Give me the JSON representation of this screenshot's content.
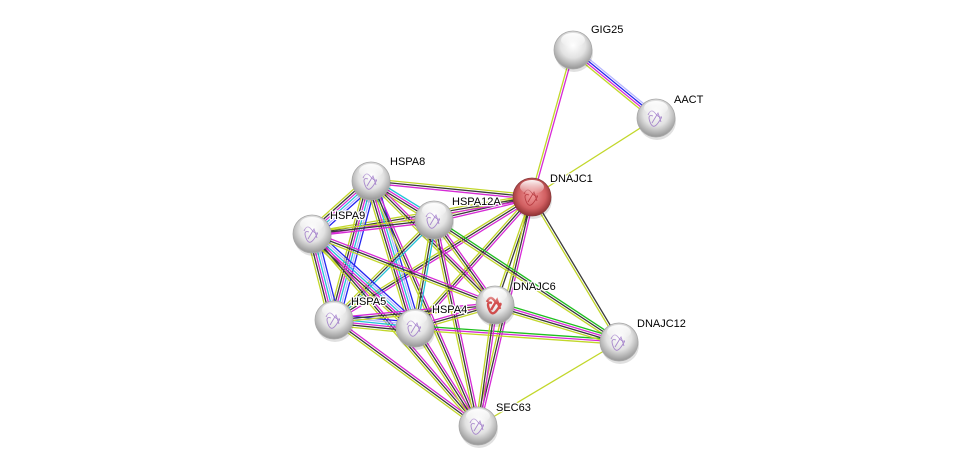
{
  "diagram": {
    "type": "protein-interaction-network",
    "evidence_colors": {
      "experiments": "#d62ad6",
      "databases": "#22c3d8",
      "textmining": "#c2d72a",
      "coexpression": "#3a3a3a",
      "neighborhood": "#1fbf1f",
      "homology": "#a5a5ff",
      "cooccurrence": "#2424f0"
    },
    "nodes": [
      {
        "id": "GIG25",
        "label": "GIG25",
        "color": "#d8d8d8",
        "structure": false,
        "query": false
      },
      {
        "id": "AACT",
        "label": "AACT",
        "color": "#dcdcdc",
        "structure": true,
        "query": false
      },
      {
        "id": "DNAJC1",
        "label": "DNAJC1",
        "color": "#d9696b",
        "structure": true,
        "query": true
      },
      {
        "id": "HSPA8",
        "label": "HSPA8",
        "color": "#dcdcdc",
        "structure": true,
        "query": false
      },
      {
        "id": "HSPA12A",
        "label": "HSPA12A",
        "color": "#dcdcdc",
        "structure": true,
        "query": false
      },
      {
        "id": "HSPA9",
        "label": "HSPA9",
        "color": "#dcdcdc",
        "structure": true,
        "query": false
      },
      {
        "id": "DNAJC6",
        "label": "DNAJC6",
        "color": "#dcdcdc",
        "structure": true,
        "query": false
      },
      {
        "id": "HSPA5",
        "label": "HSPA5",
        "color": "#dcdcdc",
        "structure": true,
        "query": false
      },
      {
        "id": "HSPA4",
        "label": "HSPA4",
        "color": "#dcdcdc",
        "structure": true,
        "query": false
      },
      {
        "id": "DNAJC12",
        "label": "DNAJC12",
        "color": "#dcdcdc",
        "structure": true,
        "query": false
      },
      {
        "id": "SEC63",
        "label": "SEC63",
        "color": "#dcdcdc",
        "structure": true,
        "query": false
      }
    ],
    "edges": [
      {
        "a": "GIG25",
        "b": "AACT",
        "evidence": [
          "homology",
          "cooccurrence",
          "experiments",
          "textmining"
        ]
      },
      {
        "a": "GIG25",
        "b": "DNAJC1",
        "evidence": [
          "experiments",
          "textmining"
        ]
      },
      {
        "a": "AACT",
        "b": "DNAJC1",
        "evidence": [
          "textmining"
        ]
      },
      {
        "a": "DNAJC1",
        "b": "HSPA8",
        "evidence": [
          "experiments",
          "coexpression",
          "textmining"
        ]
      },
      {
        "a": "DNAJC1",
        "b": "HSPA12A",
        "evidence": [
          "experiments",
          "coexpression",
          "textmining"
        ]
      },
      {
        "a": "DNAJC1",
        "b": "HSPA9",
        "evidence": [
          "experiments",
          "coexpression",
          "textmining"
        ]
      },
      {
        "a": "DNAJC1",
        "b": "HSPA5",
        "evidence": [
          "experiments",
          "coexpression",
          "textmining"
        ]
      },
      {
        "a": "DNAJC1",
        "b": "HSPA4",
        "evidence": [
          "experiments",
          "coexpression",
          "textmining"
        ]
      },
      {
        "a": "DNAJC1",
        "b": "DNAJC6",
        "evidence": [
          "coexpression",
          "textmining"
        ]
      },
      {
        "a": "DNAJC1",
        "b": "DNAJC12",
        "evidence": [
          "coexpression",
          "textmining"
        ]
      },
      {
        "a": "DNAJC1",
        "b": "SEC63",
        "evidence": [
          "experiments",
          "coexpression",
          "textmining"
        ]
      },
      {
        "a": "HSPA8",
        "b": "HSPA12A",
        "evidence": [
          "databases",
          "experiments",
          "coexpression",
          "textmining"
        ]
      },
      {
        "a": "HSPA8",
        "b": "HSPA9",
        "evidence": [
          "cooccurrence",
          "homology",
          "databases",
          "experiments",
          "coexpression",
          "textmining"
        ]
      },
      {
        "a": "HSPA8",
        "b": "HSPA5",
        "evidence": [
          "cooccurrence",
          "homology",
          "databases",
          "experiments",
          "coexpression",
          "textmining"
        ]
      },
      {
        "a": "HSPA8",
        "b": "HSPA4",
        "evidence": [
          "cooccurrence",
          "homology",
          "databases",
          "experiments",
          "coexpression",
          "textmining"
        ]
      },
      {
        "a": "HSPA8",
        "b": "DNAJC6",
        "evidence": [
          "experiments",
          "coexpression",
          "textmining"
        ]
      },
      {
        "a": "HSPA8",
        "b": "SEC63",
        "evidence": [
          "experiments",
          "coexpression",
          "textmining"
        ]
      },
      {
        "a": "HSPA12A",
        "b": "HSPA9",
        "evidence": [
          "experiments",
          "coexpression",
          "textmining"
        ]
      },
      {
        "a": "HSPA12A",
        "b": "HSPA5",
        "evidence": [
          "databases",
          "coexpression",
          "textmining"
        ]
      },
      {
        "a": "HSPA12A",
        "b": "HSPA4",
        "evidence": [
          "databases",
          "coexpression",
          "textmining"
        ]
      },
      {
        "a": "HSPA12A",
        "b": "DNAJC6",
        "evidence": [
          "experiments",
          "coexpression",
          "textmining"
        ]
      },
      {
        "a": "HSPA12A",
        "b": "DNAJC12",
        "evidence": [
          "neighborhood",
          "coexpression",
          "textmining"
        ]
      },
      {
        "a": "HSPA12A",
        "b": "SEC63",
        "evidence": [
          "experiments",
          "coexpression",
          "textmining"
        ]
      },
      {
        "a": "HSPA9",
        "b": "HSPA5",
        "evidence": [
          "cooccurrence",
          "homology",
          "databases",
          "experiments",
          "coexpression",
          "textmining"
        ]
      },
      {
        "a": "HSPA9",
        "b": "HSPA4",
        "evidence": [
          "cooccurrence",
          "homology",
          "databases",
          "experiments",
          "coexpression",
          "textmining"
        ]
      },
      {
        "a": "HSPA9",
        "b": "DNAJC6",
        "evidence": [
          "experiments",
          "coexpression",
          "textmining"
        ]
      },
      {
        "a": "HSPA9",
        "b": "SEC63",
        "evidence": [
          "experiments",
          "coexpression",
          "textmining"
        ]
      },
      {
        "a": "HSPA5",
        "b": "HSPA4",
        "evidence": [
          "cooccurrence",
          "homology",
          "databases",
          "experiments",
          "coexpression",
          "textmining"
        ]
      },
      {
        "a": "HSPA5",
        "b": "DNAJC6",
        "evidence": [
          "experiments",
          "coexpression",
          "textmining"
        ]
      },
      {
        "a": "HSPA5",
        "b": "SEC63",
        "evidence": [
          "experiments",
          "coexpression",
          "textmining"
        ]
      },
      {
        "a": "HSPA4",
        "b": "DNAJC6",
        "evidence": [
          "experiments",
          "coexpression",
          "textmining"
        ]
      },
      {
        "a": "HSPA4",
        "b": "DNAJC12",
        "evidence": [
          "neighborhood",
          "experiments",
          "textmining"
        ]
      },
      {
        "a": "HSPA4",
        "b": "SEC63",
        "evidence": [
          "experiments",
          "coexpression",
          "textmining"
        ]
      },
      {
        "a": "DNAJC6",
        "b": "DNAJC12",
        "evidence": [
          "neighborhood",
          "experiments",
          "coexpression",
          "textmining"
        ]
      },
      {
        "a": "DNAJC6",
        "b": "SEC63",
        "evidence": [
          "experiments",
          "coexpression",
          "textmining"
        ]
      },
      {
        "a": "DNAJC12",
        "b": "SEC63",
        "evidence": [
          "textmining"
        ]
      }
    ]
  }
}
